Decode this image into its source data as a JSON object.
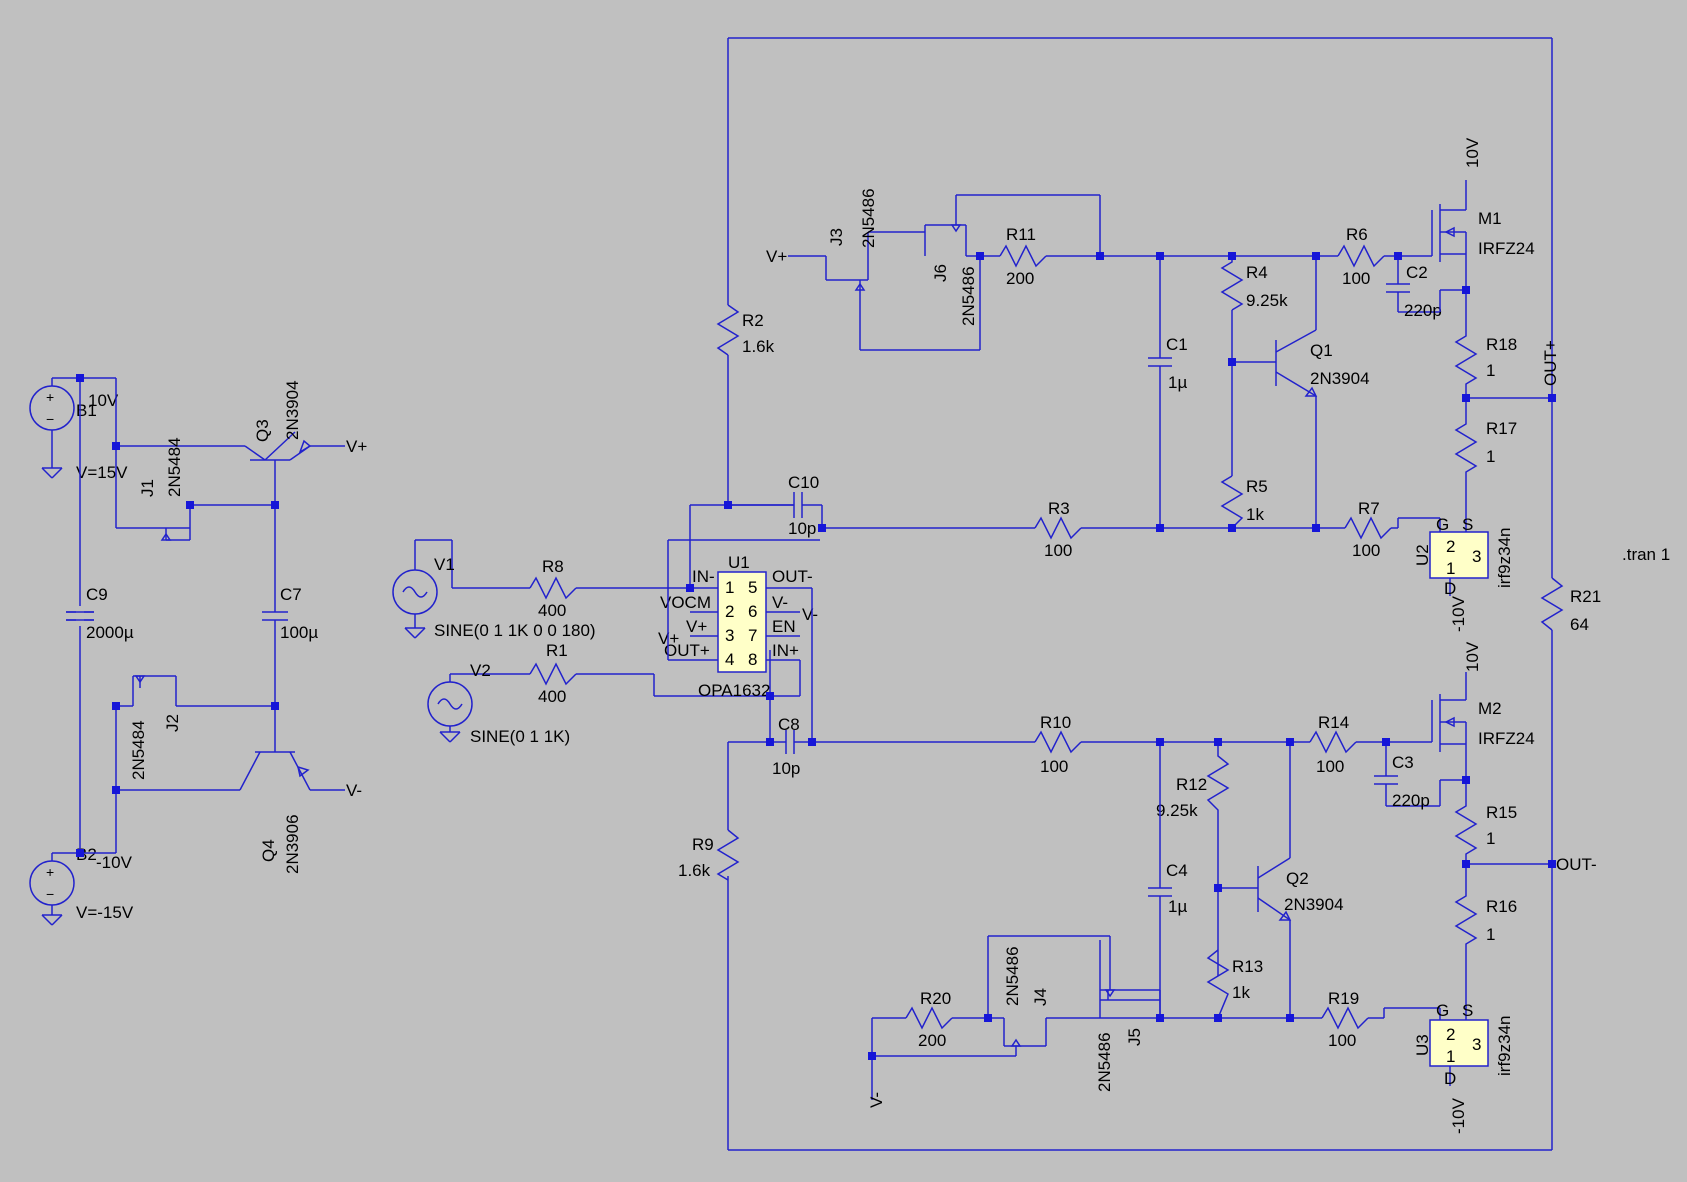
{
  "directive": ".tran 1",
  "colors": {
    "wire": "#2222cc",
    "junction": "#1616d8",
    "background": "#c0c0c0",
    "chip": "#ffffc8"
  },
  "labels": {
    "b1": "B1",
    "b1_net": "10V",
    "b1_val": "V=15V",
    "b2": "B2",
    "b2_net": "-10V",
    "b2_val": "V=-15V",
    "c9": "C9",
    "c9_val": "2000µ",
    "c7": "C7",
    "c7_val": "100µ",
    "q3": "Q3",
    "q3_model": "2N3904",
    "q3_out": "V+",
    "q4": "Q4",
    "q4_model": "2N3906",
    "q4_out": "V-",
    "j1": "J1",
    "j1_model": "2N5484",
    "j2": "J2",
    "j2_model": "2N5484",
    "v1": "V1",
    "v1_val": "SINE(0 1 1K 0 0 180)",
    "v2": "V2",
    "v2_val": "SINE(0 1 1K)",
    "r8": "R8",
    "r8_val": "400",
    "r1": "R1",
    "r1_val": "400",
    "u1": "U1",
    "u1_model": "OPA1632",
    "u1_pins": {
      "in_minus": "IN-",
      "vocm": "VOCM",
      "v_plus": "V+",
      "out_plus": "OUT+",
      "out_minus": "OUT-",
      "v_minus": "V-",
      "en": "EN",
      "in_plus": "IN+",
      "p1": "1",
      "p2": "2",
      "p3": "3",
      "p4": "4",
      "p5": "5",
      "p6": "6",
      "p7": "7",
      "p8": "8"
    },
    "u1_vplus_net": "V+",
    "u1_vminus_net": "V-",
    "r2": "R2",
    "r2_val": "1.6k",
    "r9": "R9",
    "r9_val": "1.6k",
    "c10": "C10",
    "c10_val": "10p",
    "c8": "C8",
    "c8_val": "10p",
    "r3": "R3",
    "r3_val": "100",
    "r10": "R10",
    "r10_val": "100",
    "j3": "J3",
    "j3_model": "2N5486",
    "j3_in": "V+",
    "j6": "J6",
    "j6_model": "2N5486",
    "r11": "R11",
    "r11_val": "200",
    "c1": "C1",
    "c1_val": "1µ",
    "r4": "R4",
    "r4_val": "9.25k",
    "r5": "R5",
    "r5_val": "1k",
    "q1": "Q1",
    "q1_model": "2N3904",
    "r6": "R6",
    "r6_val": "100",
    "c2": "C2",
    "c2_val": "220p",
    "m1": "M1",
    "m1_model": "IRFZ24",
    "m1_supply": "10V",
    "r18": "R18",
    "r18_val": "1",
    "r17": "R17",
    "r17_val": "1",
    "r7": "R7",
    "r7_val": "100",
    "u2": "U2",
    "u2_model": "irf9z34n",
    "u2_supply": "-10V",
    "out_plus": "OUT+",
    "r21": "R21",
    "r21_val": "64",
    "m2": "M2",
    "m2_model": "IRFZ24",
    "m2_supply": "10V",
    "r14": "R14",
    "r14_val": "100",
    "c3": "C3",
    "c3_val": "220p",
    "r15": "R15",
    "r15_val": "1",
    "r16": "R16",
    "r16_val": "1",
    "out_minus": "OUT-",
    "r12": "R12",
    "r12_val": "9.25k",
    "r13": "R13",
    "r13_val": "1k",
    "c4": "C4",
    "c4_val": "1µ",
    "q2": "Q2",
    "q2_model": "2N3904",
    "r19": "R19",
    "r19_val": "100",
    "u3": "U3",
    "u3_model": "irf9z34n",
    "u3_supply": "-10V",
    "r20": "R20",
    "r20_val": "200",
    "j4": "J4",
    "j4_model": "2N5486",
    "j5": "J5",
    "j5_model": "2N5486",
    "vminus_in": "V-",
    "pin_g": "G",
    "pin_s": "S",
    "pin_d": "D",
    "pin_1": "1",
    "pin_2": "2",
    "pin_3": "3"
  }
}
